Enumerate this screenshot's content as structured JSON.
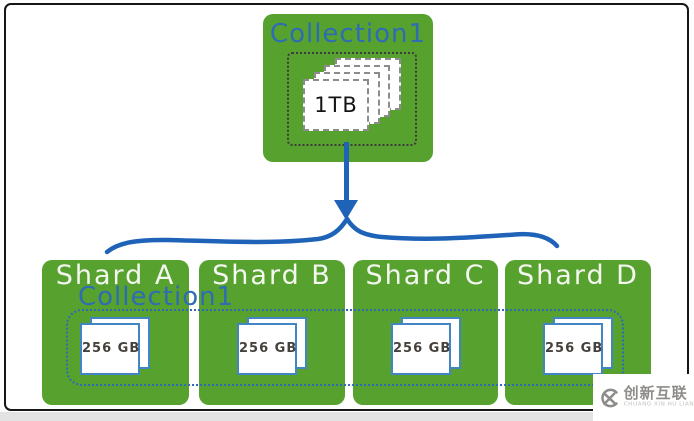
{
  "diagram": {
    "collection": {
      "title": "Collection1",
      "size": "1TB"
    },
    "cluster_collection_title": "Collection1",
    "shards": [
      {
        "name": "Shard A",
        "size": "256 GB"
      },
      {
        "name": "Shard B",
        "size": "256 GB"
      },
      {
        "name": "Shard C",
        "size": "256 GB"
      },
      {
        "name": "Shard D",
        "size": "256 GB"
      }
    ],
    "colors": {
      "box_green": "#57a12e",
      "accent_blue": "#1f63b8",
      "collection_text_blue": "#2e6cb4",
      "shard_label_white": "#f3f7f0",
      "size_text_dark": "#46413a"
    }
  },
  "watermark": {
    "brand": "创新互联",
    "caption": "CHUANG XIN HU LIAN"
  }
}
